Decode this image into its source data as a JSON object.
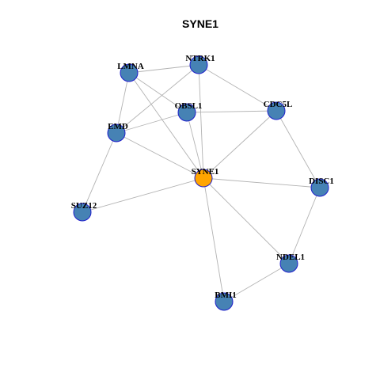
{
  "title": "SYNE1",
  "colors": {
    "hub_fill": "#ffa500",
    "node_fill": "#4682b4",
    "node_border": "#1f1fcc",
    "edge": "#b3b3b3"
  },
  "nodes": [
    {
      "id": "SYNE1",
      "label": "SYNE1",
      "hub": true
    },
    {
      "id": "LMNA",
      "label": "LMNA",
      "hub": false
    },
    {
      "id": "NTRK1",
      "label": "NTRK1",
      "hub": false
    },
    {
      "id": "OBSL1",
      "label": "OBSL1",
      "hub": false
    },
    {
      "id": "CDC5L",
      "label": "CDC5L",
      "hub": false
    },
    {
      "id": "EMD",
      "label": "EMD",
      "hub": false
    },
    {
      "id": "DISC1",
      "label": "DISC1",
      "hub": false
    },
    {
      "id": "SUZ12",
      "label": "SUZ12",
      "hub": false
    },
    {
      "id": "NDEL1",
      "label": "NDEL1",
      "hub": false
    },
    {
      "id": "BMI1",
      "label": "BMI1",
      "hub": false
    }
  ],
  "edges": [
    [
      "LMNA",
      "NTRK1"
    ],
    [
      "LMNA",
      "EMD"
    ],
    [
      "LMNA",
      "OBSL1"
    ],
    [
      "LMNA",
      "SYNE1"
    ],
    [
      "NTRK1",
      "EMD"
    ],
    [
      "NTRK1",
      "SYNE1"
    ],
    [
      "NTRK1",
      "CDC5L"
    ],
    [
      "OBSL1",
      "EMD"
    ],
    [
      "OBSL1",
      "CDC5L"
    ],
    [
      "OBSL1",
      "SYNE1"
    ],
    [
      "CDC5L",
      "SYNE1"
    ],
    [
      "CDC5L",
      "DISC1"
    ],
    [
      "EMD",
      "SYNE1"
    ],
    [
      "EMD",
      "SUZ12"
    ],
    [
      "SUZ12",
      "SYNE1"
    ],
    [
      "SYNE1",
      "DISC1"
    ],
    [
      "SYNE1",
      "NDEL1"
    ],
    [
      "SYNE1",
      "BMI1"
    ],
    [
      "DISC1",
      "NDEL1"
    ],
    [
      "NDEL1",
      "BMI1"
    ]
  ]
}
